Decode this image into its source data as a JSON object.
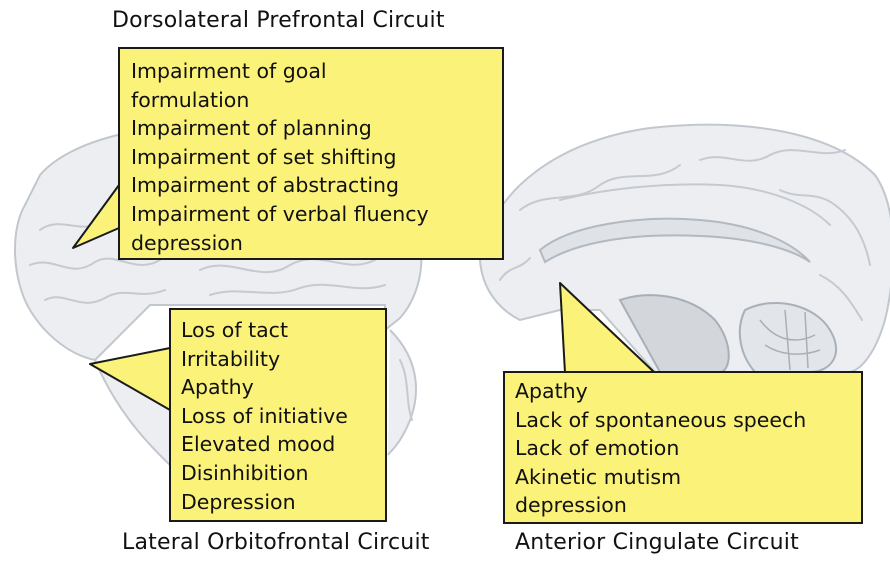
{
  "titles": {
    "dorsolateral": "Dorsolateral Prefrontal Circuit",
    "orbitofrontal": "Lateral Orbitofrontal Circuit",
    "cingulate": "Anterior Cingulate Circuit"
  },
  "dorsolateral_box": {
    "lines": [
      "Impairment of goal",
      "formulation",
      "Impairment of planning",
      "Impairment of set shifting",
      "Impairment of abstracting",
      "Impairment of verbal fluency",
      "depression"
    ]
  },
  "orbitofrontal_box": {
    "lines": [
      "Los of tact",
      "Irritability",
      "Apathy",
      "Loss of initiative",
      "Elevated mood",
      "Disinhibition",
      "Depression"
    ]
  },
  "cingulate_box": {
    "lines": [
      "Apathy",
      "Lack of spontaneous speech",
      "Lack of emotion",
      "Akinetic mutism",
      "depression"
    ]
  },
  "colors": {
    "callout_fill": "#fbf27a",
    "callout_border": "#1a1a1a",
    "brain_fill": "#e9ebee",
    "brain_line": "#b9bec6"
  }
}
